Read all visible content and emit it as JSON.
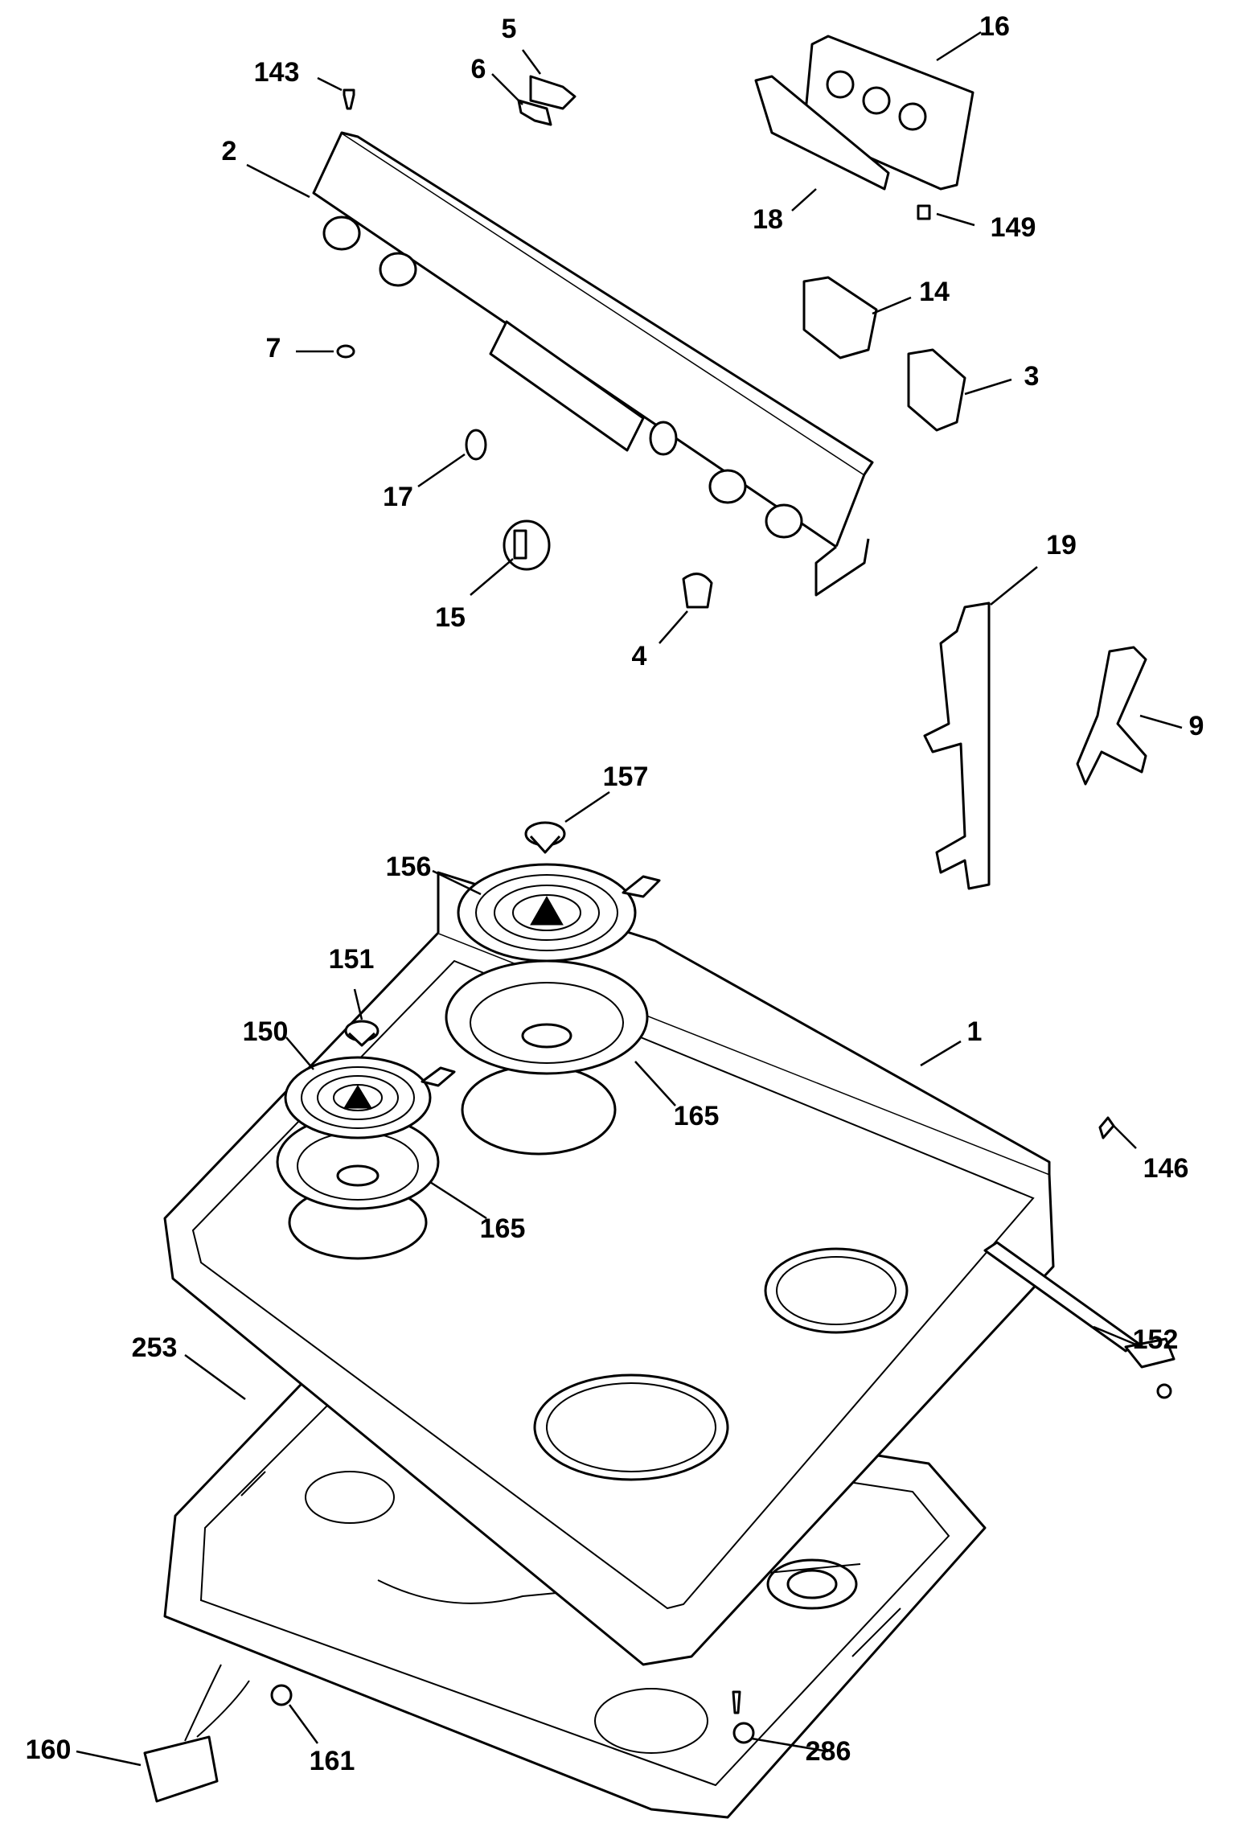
{
  "diagram": {
    "callouts": {
      "c1": "1",
      "c2": "2",
      "c3": "3",
      "c4": "4",
      "c5": "5",
      "c6": "6",
      "c7": "7",
      "c9": "9",
      "c14": "14",
      "c15": "15",
      "c16": "16",
      "c17": "17",
      "c18": "18",
      "c19": "19",
      "c143": "143",
      "c146": "146",
      "c149": "149",
      "c150": "150",
      "c151": "151",
      "c152": "152",
      "c156": "156",
      "c157": "157",
      "c160": "160",
      "c161": "161",
      "c165a": "165",
      "c165b": "165",
      "c253": "253",
      "c286": "286"
    }
  }
}
